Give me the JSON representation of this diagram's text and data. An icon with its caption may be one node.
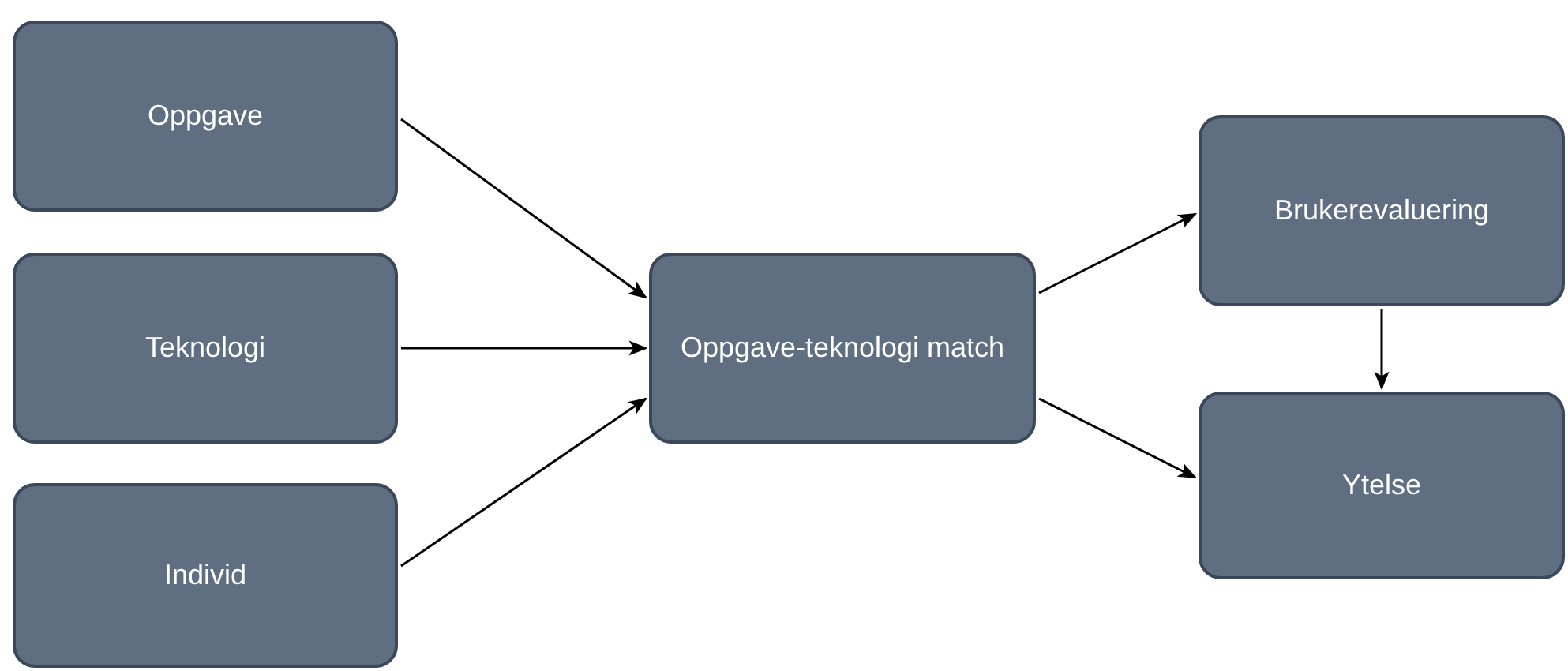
{
  "diagram": {
    "nodes": [
      {
        "text": [
          "Oppgave"
        ]
      },
      {
        "text": [
          "Teknologi"
        ]
      },
      {
        "text": [
          "Individ"
        ]
      },
      {
        "text": [
          "Oppgave-teknologi match"
        ]
      },
      {
        "text": [
          "Brukerevaluering"
        ]
      },
      {
        "text": [
          "Ytelse"
        ]
      }
    ],
    "edges": [
      {
        "from": 0,
        "to": 3,
        "arrow": "to"
      },
      {
        "from": 1,
        "to": 3,
        "arrow": "to"
      },
      {
        "from": 2,
        "to": 3,
        "arrow": "to"
      },
      {
        "from": 3,
        "to": 4,
        "arrow": "to"
      },
      {
        "from": 4,
        "to": 5,
        "arrow": "to"
      },
      {
        "from": 3,
        "to": 5,
        "arrow": "to"
      }
    ]
  }
}
